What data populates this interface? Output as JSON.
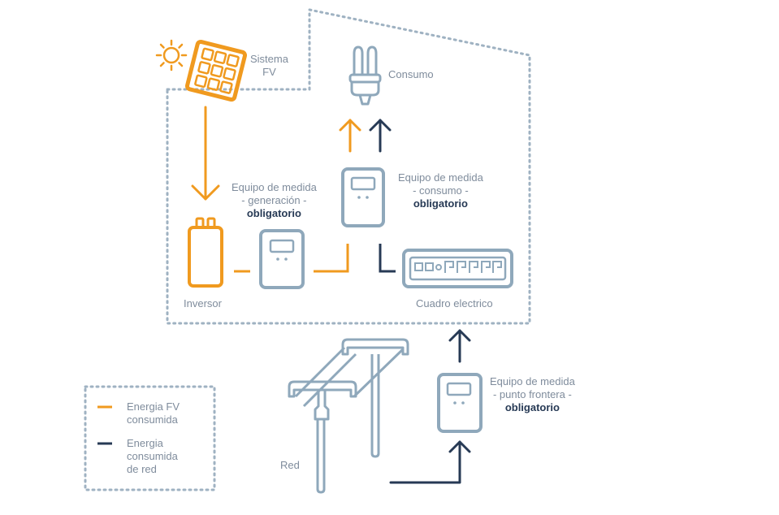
{
  "colors": {
    "fv": "#f09a1f",
    "grid": "#273a55",
    "device": "#8fa8bb",
    "text": "#7f8c9c",
    "dots": "#9fb2c2"
  },
  "labels": {
    "sistema_fv": [
      "Sistema",
      "FV"
    ],
    "consumo": "Consumo",
    "medida_generacion": {
      "line1": "Equipo de medida",
      "line2": "- generación -",
      "line3": "obligatorio"
    },
    "medida_consumo": {
      "line1": "Equipo de medida",
      "line2": "- consumo -",
      "line3": "obligatorio"
    },
    "medida_frontera": {
      "line1": "Equipo de medida",
      "line2": "- punto frontera -",
      "line3": "obligatorio"
    },
    "inversor": "Inversor",
    "cuadro": "Cuadro electrico",
    "red": "Red"
  },
  "legend": {
    "fv": [
      "Energia FV",
      "consumida"
    ],
    "grid": [
      "Energia",
      "consumida",
      "de red"
    ]
  },
  "icons": [
    "sun-icon",
    "solar-panel-icon",
    "lightbulb-icon",
    "inverter-icon",
    "meter-icon",
    "electrical-panel-icon",
    "power-pole-icon"
  ]
}
